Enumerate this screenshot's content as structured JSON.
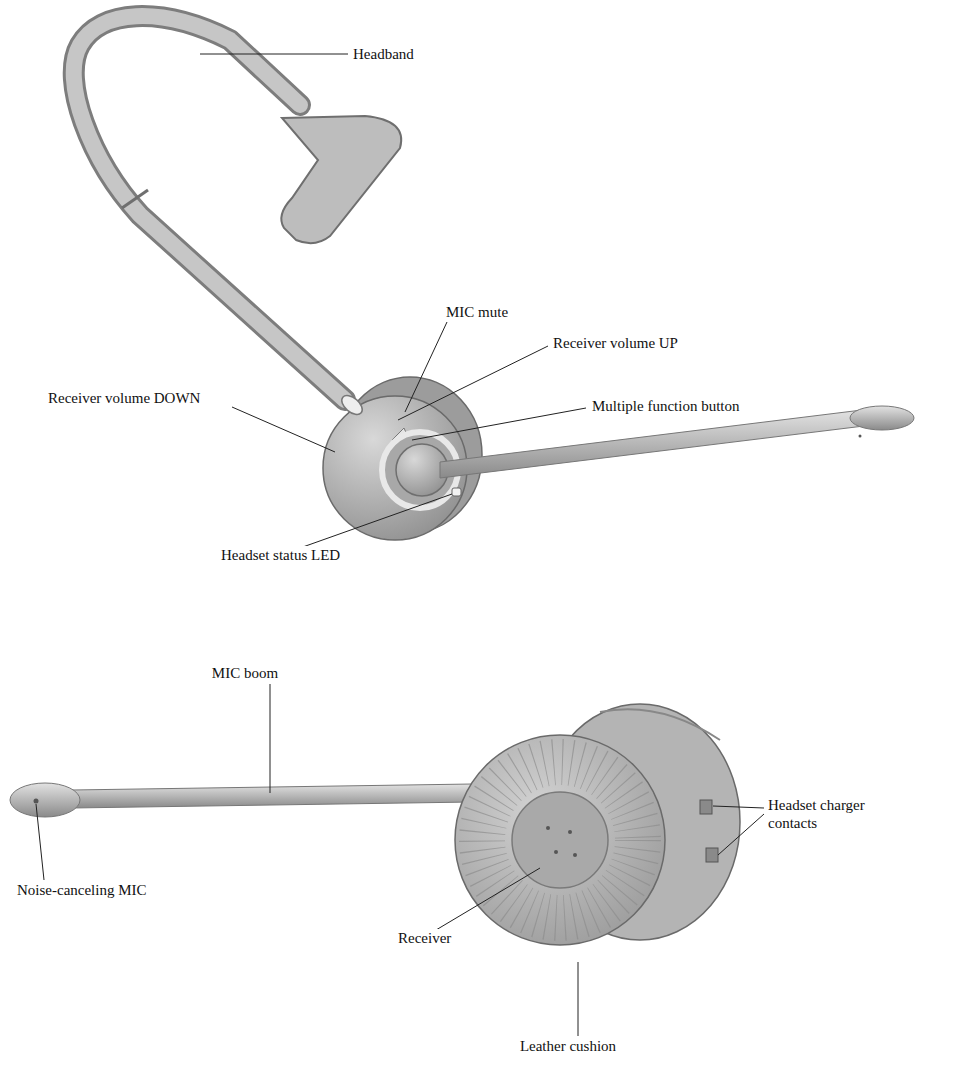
{
  "diagram": {
    "labels": [
      "Headband",
      "MIC mute",
      "Receiver volume UP",
      "Receiver volume DOWN",
      "Multiple function button",
      "Headset status LED",
      "MIC boom",
      "Headset charger contacts",
      "Noise-canceling MIC",
      "Receiver",
      "Leather cushion"
    ]
  }
}
